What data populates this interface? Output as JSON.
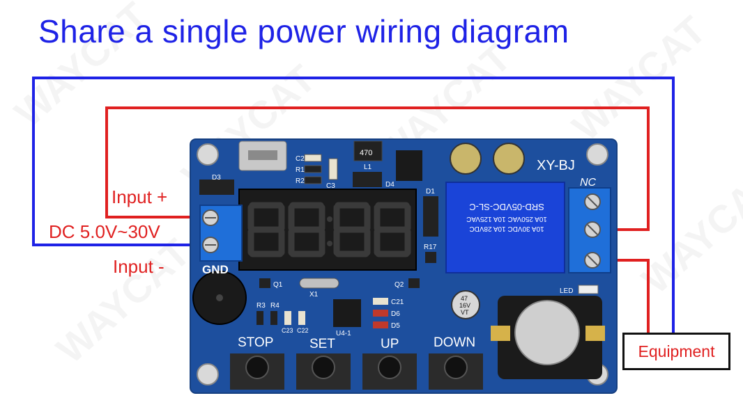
{
  "title": "Share a single power wiring diagram",
  "watermark": "WAYCAT",
  "labels": {
    "input_plus": "Input +",
    "dc_range": "DC 5.0V~30V",
    "input_minus": "Input -",
    "equipment": "Equipment"
  },
  "board": {
    "model": "XY-BJ",
    "nc": "NC",
    "gnd": "GND",
    "led": "LED",
    "buttons": [
      "STOP",
      "SET",
      "UP",
      "DOWN"
    ],
    "relay_lines": [
      "SRD-05VDC-SL-C",
      "10A 250VAC  10A 125VAC",
      "10A 30VDC  10A 28VDC"
    ],
    "components": [
      "D3",
      "C2",
      "R1",
      "R2",
      "C3",
      "L1",
      "D4",
      "D1",
      "R17",
      "Q1",
      "Q2",
      "X1",
      "R3",
      "R4",
      "C23",
      "C22",
      "U4-1",
      "C21",
      "D6",
      "D5"
    ],
    "inductor_code": "470",
    "cap_label": [
      "47",
      "16V",
      "VT"
    ]
  },
  "colors": {
    "title": "#1e22e6",
    "wire_blue": "#1e22e6",
    "wire_red": "#e02020",
    "pcb": "#1d4f9e"
  }
}
